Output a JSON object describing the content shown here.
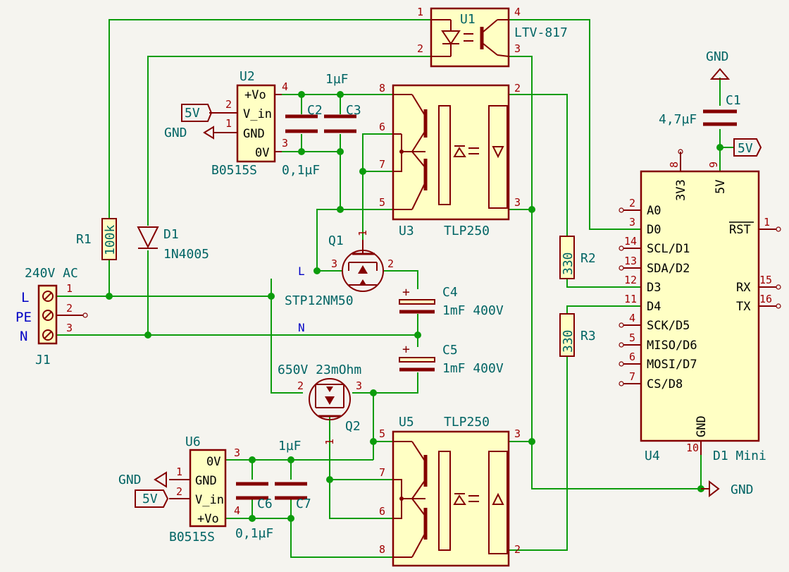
{
  "colors": {
    "wire": "#0c9c0c",
    "symbol": "#840000",
    "fill": "#ffffc4",
    "text": "#006464",
    "net": "#0000c4",
    "pin": "#a00000",
    "bg": "#f5f4ef"
  },
  "j1": {
    "title": "240V AC",
    "ref": "J1",
    "pins": [
      "1",
      "2",
      "3"
    ],
    "labels": [
      "L",
      "PE",
      "N"
    ]
  },
  "r1": {
    "ref": "R1",
    "value": "100k"
  },
  "d1": {
    "ref": "D1",
    "value": "1N4005"
  },
  "u1": {
    "ref": "U1",
    "value": "LTV-817",
    "pins": [
      "1",
      "2",
      "3",
      "4"
    ]
  },
  "u2": {
    "ref": "U2",
    "value": "B0515S",
    "pins": [
      "1",
      "2",
      "3",
      "4"
    ],
    "labels": [
      "+Vo",
      "V_in",
      "GND",
      "0V"
    ],
    "pwr": "5V",
    "gnd": "GND"
  },
  "c2": {
    "ref": "C2",
    "value": "0,1µF"
  },
  "c3": {
    "ref": "C3",
    "value": "1µF"
  },
  "u3": {
    "ref": "U3",
    "value": "TLP250",
    "pins": [
      "8",
      "6",
      "7",
      "5",
      "2",
      "3"
    ]
  },
  "q1": {
    "ref": "Q1",
    "value": "STP12NM50",
    "pins": [
      "1",
      "2",
      "3"
    ]
  },
  "q2": {
    "ref": "Q2",
    "value": "650V 23mOhm",
    "pins": [
      "1",
      "2",
      "3"
    ]
  },
  "c4": {
    "ref": "C4",
    "value": "1mF 400V"
  },
  "c5": {
    "ref": "C5",
    "value": "1mF 400V"
  },
  "nets": {
    "l": "L",
    "n": "N"
  },
  "u6": {
    "ref": "U6",
    "value": "B0515S",
    "pins": [
      "1",
      "2",
      "3",
      "4"
    ],
    "labels": [
      "0V",
      "GND",
      "V_in",
      "+Vo"
    ],
    "pwr": "5V",
    "gnd": "GND"
  },
  "c6": {
    "ref": "C6",
    "value": "0,1µF"
  },
  "c7": {
    "ref": "C7",
    "value": "1µF"
  },
  "u5": {
    "ref": "U5",
    "value": "TLP250",
    "pins": [
      "5",
      "7",
      "6",
      "8",
      "3",
      "2"
    ]
  },
  "r2": {
    "ref": "R2",
    "value": "330"
  },
  "r3": {
    "ref": "R3",
    "value": "330"
  },
  "c1": {
    "ref": "C1",
    "value": "4,7µF",
    "gnd": "GND",
    "pwr": "5V"
  },
  "u4": {
    "ref": "U4",
    "value": "D1 Mini",
    "left_labels": [
      "A0",
      "D0",
      "SCL/D1",
      "SDA/D2",
      "D3",
      "D4",
      "SCK/D5",
      "MISO/D6",
      "MOSI/D7",
      "CS/D8"
    ],
    "left_pins": [
      "2",
      "3",
      "14",
      "13",
      "12",
      "11",
      "4",
      "5",
      "6",
      "7"
    ],
    "top_labels": [
      "3V3",
      "5V"
    ],
    "top_pins": [
      "8",
      "9"
    ],
    "right_labels": [
      "RST",
      "RX",
      "TX"
    ],
    "right_pins": [
      "1",
      "15",
      "16"
    ],
    "bottom_label": "GND",
    "bottom_pin": "10"
  },
  "gnd_main": "GND"
}
